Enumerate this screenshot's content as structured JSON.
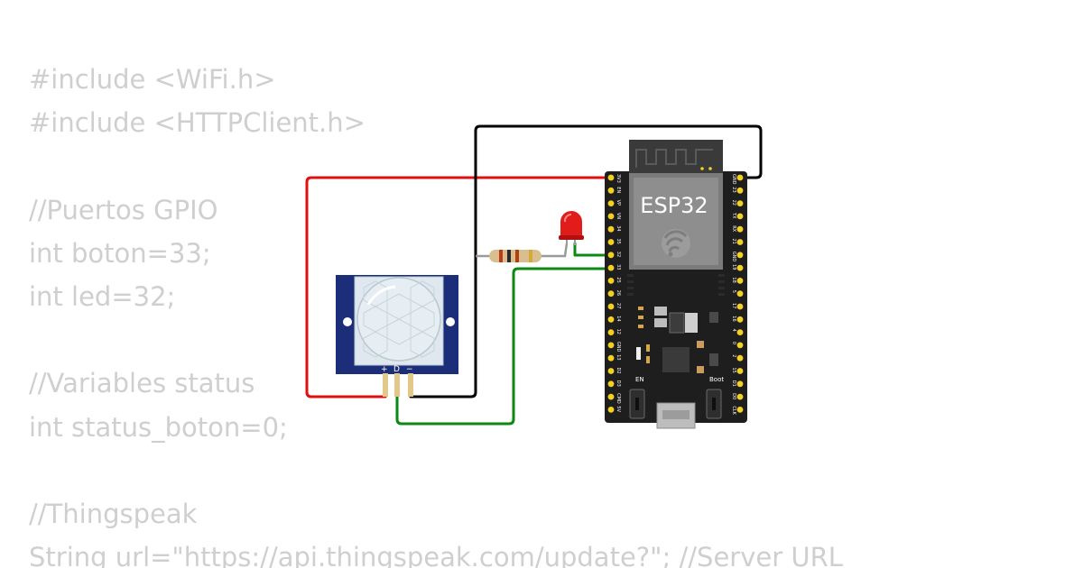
{
  "code": {
    "lines": [
      "#include <WiFi.h>",
      "#include <HTTPClient.h>",
      "",
      "//Puertos GPIO",
      "int boton=33;",
      "int led=32;",
      "",
      "//Variables status",
      "int status_boton=0;",
      "",
      "//Thingspeak",
      "String url=\"https://api.thingspeak.com/update?\"; //Server URL"
    ]
  },
  "board": {
    "name": "ESP32",
    "button_en": "EN",
    "button_boot": "Boot",
    "left_pins": [
      "3V3",
      "EN",
      "VP",
      "VN",
      "34",
      "35",
      "32",
      "33",
      "25",
      "26",
      "27",
      "14",
      "12",
      "GND",
      "13",
      "D2",
      "D3",
      "CMD",
      "5V"
    ],
    "right_pins": [
      "GND",
      "23",
      "22",
      "TX",
      "RX",
      "21",
      "GND",
      "19",
      "18",
      "5",
      "17",
      "16",
      "4",
      "0",
      "2",
      "15",
      "D1",
      "D0",
      "CLK"
    ]
  },
  "pir": {
    "pin_labels": [
      "+",
      "D",
      "−"
    ]
  },
  "colors": {
    "code_text": "#cfcfcf",
    "wire_red": "#e01010",
    "wire_black": "#000000",
    "wire_green": "#0a8a10",
    "pir_board": "#1c2d7a",
    "board": "#1e1e1e",
    "pin_gold": "#f3d021",
    "led": "#e21b1b"
  }
}
